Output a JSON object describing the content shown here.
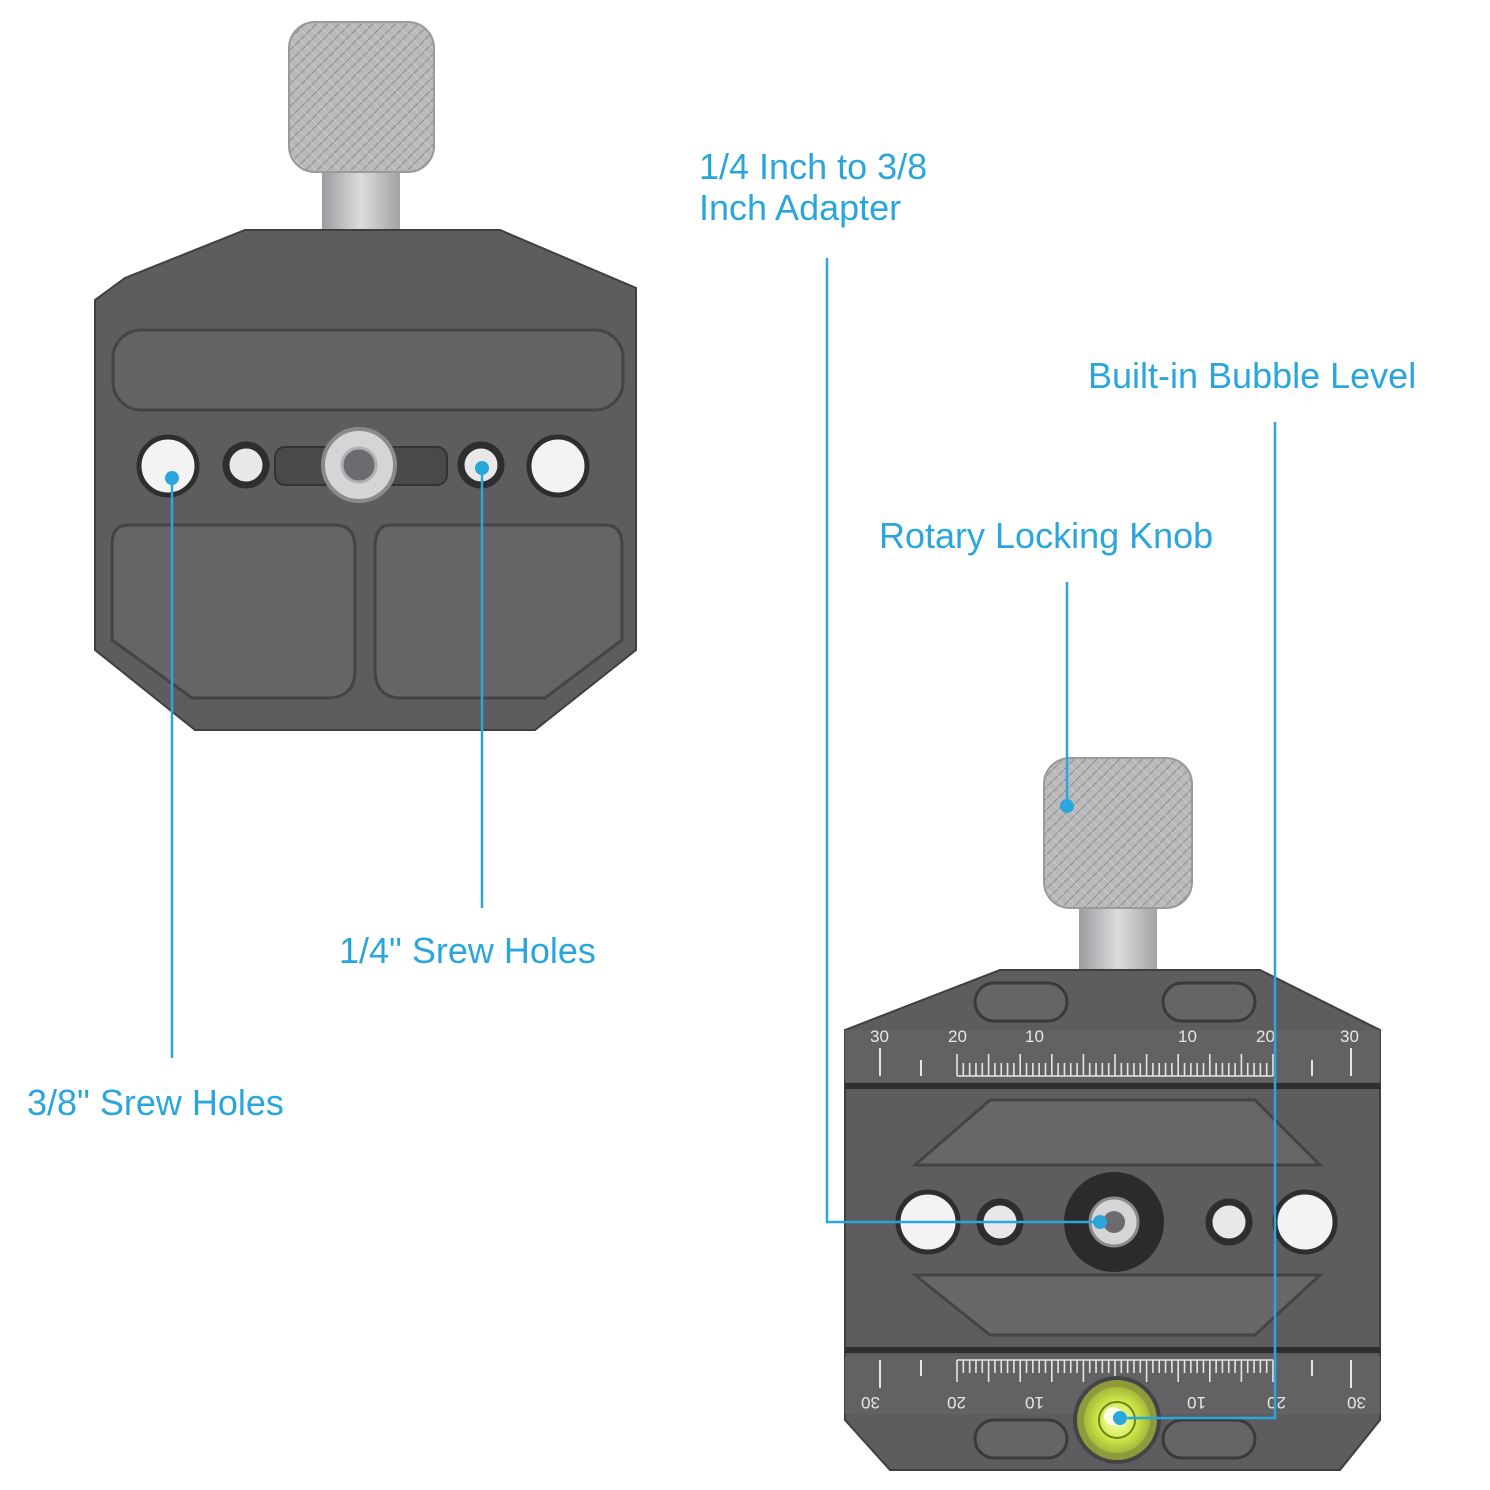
{
  "callouts": {
    "adapter": {
      "line1": "1/4 Inch to 3/8",
      "line2": "Inch Adapter"
    },
    "bubble_level": "Built-in Bubble Level",
    "rotary_knob": "Rotary Locking Knob",
    "quarter_holes": "1/4\" Srew Holes",
    "three_eighth_holes": "3/8\" Srew Holes"
  },
  "scale": {
    "top_row": [
      "30",
      "20",
      "10",
      "10",
      "20",
      "30"
    ],
    "bottom_row": [
      "30",
      "20",
      "10",
      "10",
      "20",
      "30"
    ]
  },
  "colors": {
    "accent": "#2ba6dc",
    "plate": "#5d5d5f",
    "knob": "#b9b9bb",
    "bubble": "#c8e04a"
  }
}
